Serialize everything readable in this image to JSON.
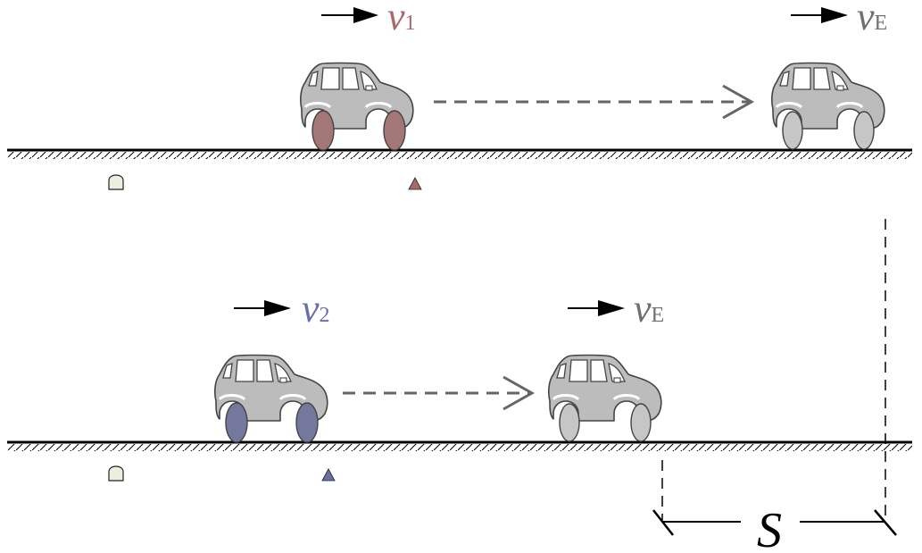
{
  "scenario_top": {
    "moving_car_speed": {
      "symbol": "v",
      "subscript": "1",
      "color": "#a86a6a"
    },
    "ahead_car_speed": {
      "symbol": "v",
      "subscript": "E",
      "color": "#707070"
    }
  },
  "scenario_bottom": {
    "moving_car_speed": {
      "symbol": "v",
      "subscript": "2",
      "color": "#6a6fa8"
    },
    "ahead_car_speed": {
      "symbol": "v",
      "subscript": "E",
      "color": "#707070"
    }
  },
  "distance_label": "S",
  "colors": {
    "car_body": "#bcbcbc",
    "car_outline": "#444444",
    "ground": "#000000",
    "wheel_top": "#a47777",
    "wheel_bottom": "#74789c",
    "wheel_neutral": "#c6c6c6",
    "marker_top": "#a86a6a",
    "marker_bottom": "#6a6fa8",
    "arc_marker": "#eeeee0",
    "dashed_arrow": "#666666"
  }
}
